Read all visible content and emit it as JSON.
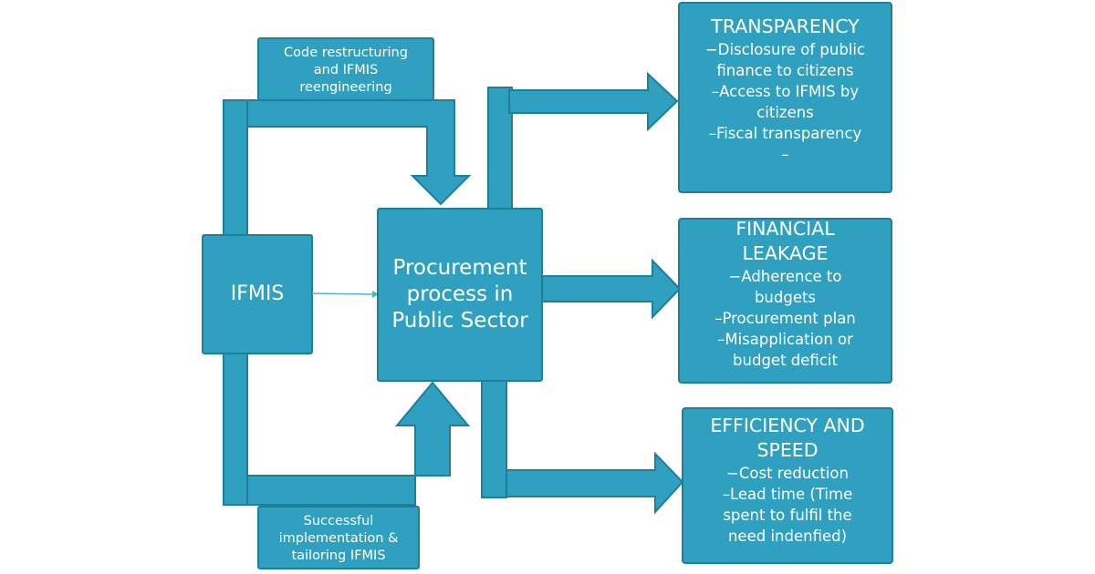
{
  "colors": {
    "fill": "#2fa0c0",
    "stroke": "#1d7f9c",
    "text": "#ffffff",
    "connector": "#4fb3cf"
  },
  "diagram": {
    "source": {
      "label": "IFMIS"
    },
    "center": {
      "lines": [
        "Procurement",
        "process in",
        "Public Sector"
      ]
    },
    "top_input": {
      "lines": [
        "Code restructuring",
        "and IFMIS",
        "reengineering"
      ]
    },
    "bottom_input": {
      "lines": [
        "Successful",
        "implementation &",
        "tailoring IFMIS"
      ]
    },
    "outcomes": [
      {
        "title_lines": [
          "TRANSPARENCY"
        ],
        "items": [
          "−Disclosure of public",
          "finance to citizens",
          "–Access to IFMIS by",
          "citizens",
          "–Fiscal transparency",
          "–"
        ]
      },
      {
        "title_lines": [
          "FINANCIAL",
          "LEAKAGE"
        ],
        "items": [
          "−Adherence to",
          "budgets",
          "–Procurement plan",
          "–Misapplication or",
          "budget deficit"
        ]
      },
      {
        "title_lines": [
          "EFFICIENCY AND",
          "SPEED"
        ],
        "items": [
          "−Cost reduction",
          "–Lead time (Time",
          "spent to fulfil the",
          "need indenfied)"
        ]
      }
    ]
  }
}
